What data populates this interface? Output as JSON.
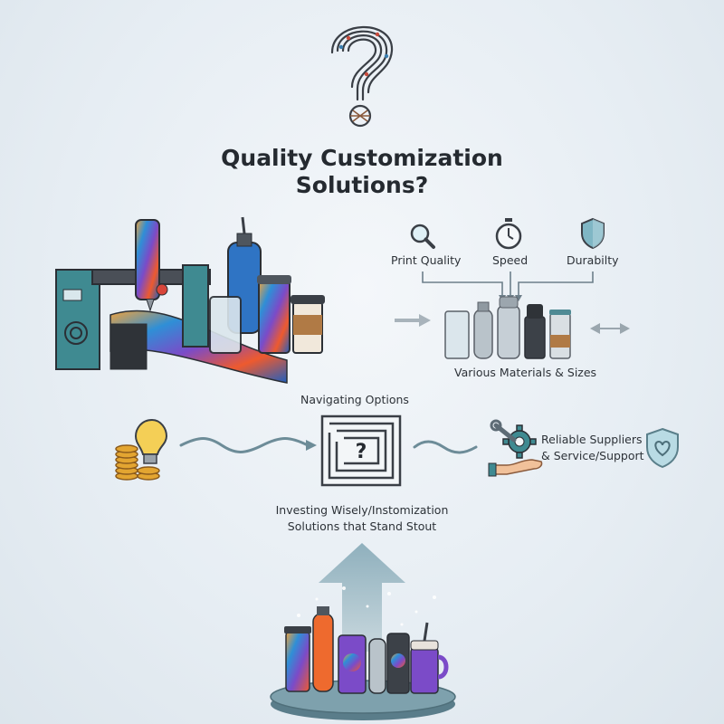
{
  "title": {
    "line1": "Quality Customization",
    "line2": "Solutions?"
  },
  "criteria": {
    "print_quality": "Print Quality",
    "speed": "Speed",
    "durability": "Durabilty"
  },
  "materials_label": "Various Materials & Sizes",
  "navigating_label": "Navigating Options",
  "investing": {
    "line1": "Investing Wisely/Instomization",
    "line2": "Solutions that Stand Stout"
  },
  "suppliers": {
    "line1": "Reliable Suppliers",
    "line2": "& Service/Support"
  },
  "colors": {
    "machine_teal": "#3f8a91",
    "arrow_blue": "#7fa6b3",
    "wave": "#6d8c98",
    "gold": "#e3a531",
    "shield": "#7fb6c4"
  }
}
